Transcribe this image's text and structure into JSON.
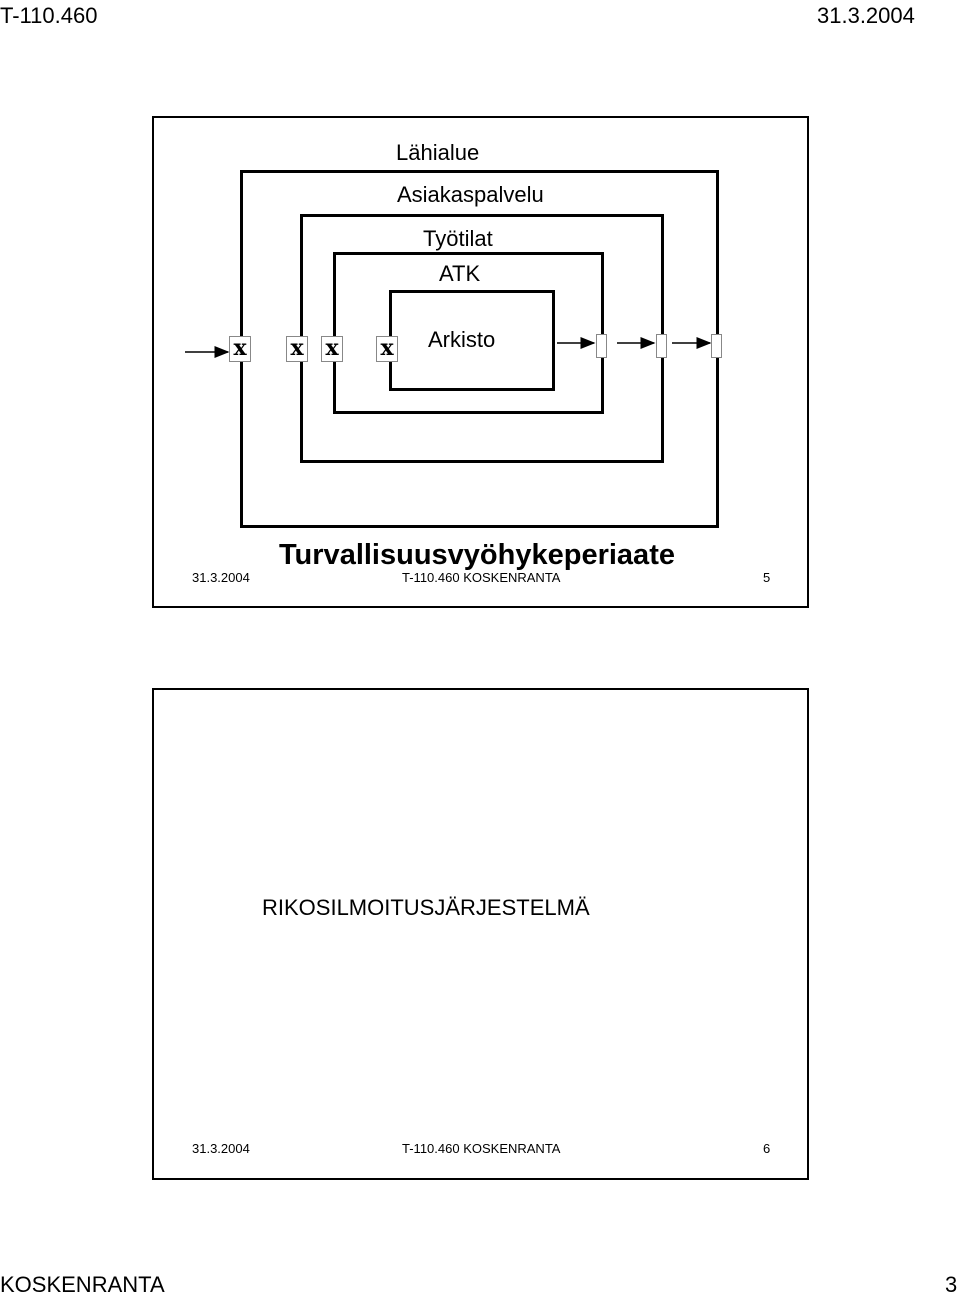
{
  "page": {
    "header_left": "T-110.460",
    "header_right": "31.3.2004",
    "footer_left": "KOSKENRANTA",
    "footer_right": "3"
  },
  "slide1": {
    "zones": {
      "lahialue": "Lähialue",
      "asiakaspalvelu": "Asiakaspalvelu",
      "tyotilat": "Työtilat",
      "atk": "ATK",
      "arkisto": "Arkisto"
    },
    "gate_marks": [
      "x",
      "x",
      "x",
      "x"
    ],
    "title": "Turvallisuusvyöhykeperiaate",
    "footer": {
      "date": "31.3.2004",
      "center": "T-110.460 KOSKENRANTA",
      "page": "5"
    }
  },
  "slide2": {
    "title": "RIKOSILMOITUSJÄRJESTELMÄ",
    "footer": {
      "date": "31.3.2004",
      "center": "T-110.460 KOSKENRANTA",
      "page": "6"
    }
  }
}
